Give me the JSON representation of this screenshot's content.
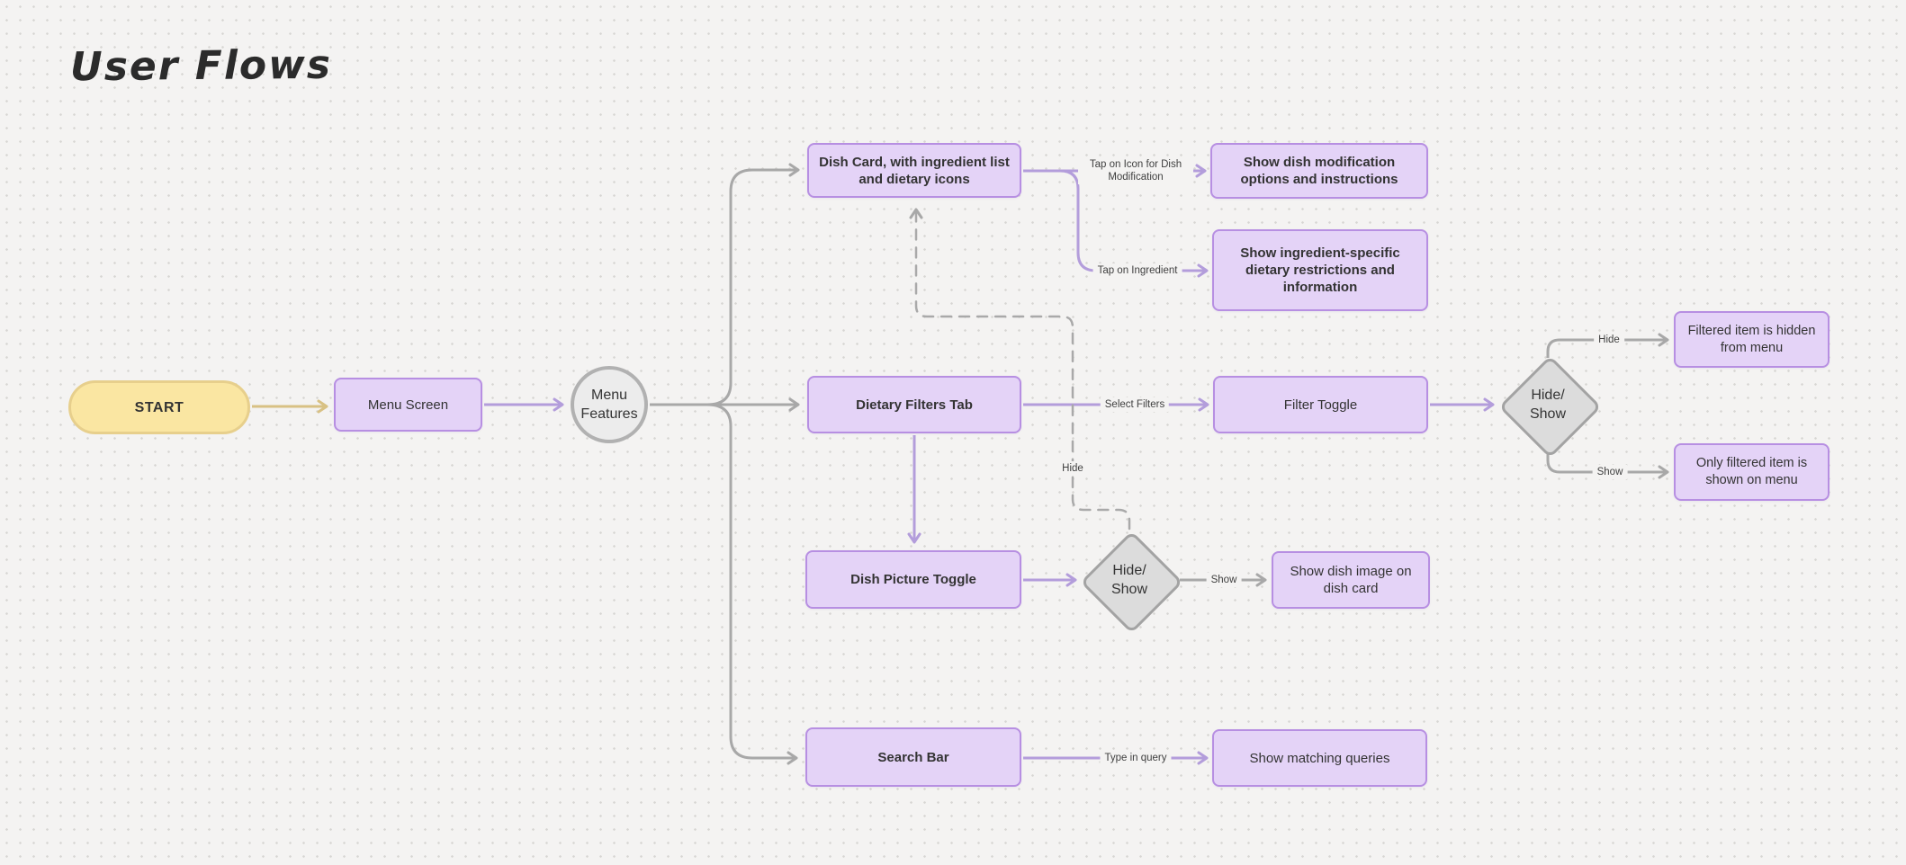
{
  "title": {
    "label": "User Flows"
  },
  "nodes": {
    "start": {
      "label": "START"
    },
    "menu_screen": {
      "label": "Menu Screen"
    },
    "menu_features": {
      "label": "Menu Features"
    },
    "dish_card": {
      "label": "Dish Card, with ingredient list and dietary icons"
    },
    "show_modification": {
      "label": "Show dish modification options and instructions"
    },
    "show_ingredient": {
      "label": "Show ingredient-specific dietary restrictions and information"
    },
    "dietary_filters_tab": {
      "label": "Dietary Filters Tab"
    },
    "filter_toggle": {
      "label": "Filter Toggle"
    },
    "filter_decision": {
      "label": "Hide/ Show"
    },
    "hidden_result": {
      "label": "Filtered item is hidden from menu"
    },
    "shown_result": {
      "label": "Only filtered item is shown on menu"
    },
    "dish_picture_toggle": {
      "label": "Dish Picture Toggle"
    },
    "picture_decision": {
      "label": "Hide/ Show"
    },
    "show_dish_image": {
      "label": "Show dish image on dish card"
    },
    "search_bar": {
      "label": "Search Bar"
    },
    "show_matching_queries": {
      "label": "Show matching queries"
    }
  },
  "edge_labels": {
    "tap_on_icon": {
      "label": "Tap on Icon for Dish Modification"
    },
    "tap_on_ingredient": {
      "label": "Tap on Ingredient"
    },
    "select_filters": {
      "label": "Select Filters"
    },
    "hide_filter": {
      "label": "Hide"
    },
    "show_filter": {
      "label": "Show"
    },
    "hide_picture": {
      "label": "Hide"
    },
    "show_picture": {
      "label": "Show"
    },
    "type_in_query": {
      "label": "Type in query"
    }
  },
  "colors": {
    "background": "#f4f3f2",
    "dot_grid": "#d7d5d3",
    "purple_fill": "#e4d3f7",
    "purple_border": "#b78fe2",
    "yellow_fill": "#fae6a2",
    "yellow_border": "#e7cf8c",
    "gray_fill": "#dcdcdc",
    "gray_border": "#a3a3a3",
    "connector_gray": "#a8a8a8",
    "connector_purple": "#b39ddb",
    "connector_tan": "#d8c184",
    "text": "#333333"
  }
}
